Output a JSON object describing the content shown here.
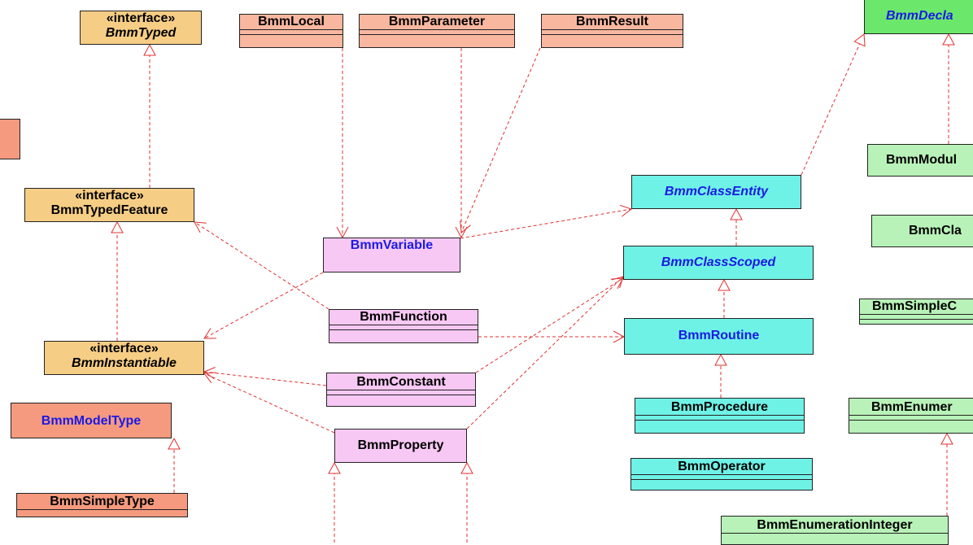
{
  "diagram": {
    "classes": [
      {
        "id": "bmm-typed",
        "stereotype": "«interface»",
        "name": "BmmTyped",
        "italic": true,
        "color": "#f6cd84"
      },
      {
        "id": "bmm-local",
        "name": "BmmLocal",
        "color": "#f9b7a0"
      },
      {
        "id": "bmm-parameter",
        "name": "BmmParameter",
        "color": "#f9b7a0"
      },
      {
        "id": "bmm-result",
        "name": "BmmResult",
        "color": "#f9b7a0"
      },
      {
        "id": "bmm-declaration",
        "name": "BmmDecla",
        "italic": true,
        "color": "#6be86b"
      },
      {
        "id": "bmm-typed-feature",
        "stereotype": "«interface»",
        "name": "BmmTypedFeature",
        "color": "#f6cd84"
      },
      {
        "id": "bmm-class-entity",
        "name": "BmmClassEntity",
        "italic": true,
        "color": "#6ff2e6"
      },
      {
        "id": "bmm-module",
        "name": "BmmModul",
        "color": "#b8f2b8"
      },
      {
        "id": "bmm-class",
        "name": "BmmCla",
        "color": "#b8f2b8"
      },
      {
        "id": "bmm-variable",
        "name": "BmmVariable",
        "color": "#f8c8f4"
      },
      {
        "id": "bmm-class-scoped",
        "name": "BmmClassScoped",
        "italic": true,
        "color": "#6ff2e6"
      },
      {
        "id": "bmm-simple-class",
        "name": "BmmSimpleC",
        "color": "#b8f2b8"
      },
      {
        "id": "bmm-function",
        "name": "BmmFunction",
        "color": "#f8c8f4"
      },
      {
        "id": "bmm-routine",
        "name": "BmmRoutine",
        "color": "#6ff2e6"
      },
      {
        "id": "bmm-instantiable",
        "stereotype": "«interface»",
        "name": "BmmInstantiable",
        "italic": true,
        "color": "#f6cd84"
      },
      {
        "id": "bmm-constant",
        "name": "BmmConstant",
        "color": "#f8c8f4"
      },
      {
        "id": "bmm-procedure",
        "name": "BmmProcedure",
        "color": "#6ff2e6"
      },
      {
        "id": "bmm-enumeration",
        "name": "BmmEnumer",
        "color": "#b8f2b8"
      },
      {
        "id": "bmm-model-type",
        "name": "BmmModelType",
        "color": "#f59a7e"
      },
      {
        "id": "bmm-property",
        "name": "BmmProperty",
        "color": "#f8c8f4"
      },
      {
        "id": "bmm-operator",
        "name": "BmmOperator",
        "color": "#6ff2e6"
      },
      {
        "id": "bmm-simple-type",
        "name": "BmmSimpleType",
        "color": "#f59a7e"
      },
      {
        "id": "bmm-enumeration-integer",
        "name": "BmmEnumerationInteger",
        "color": "#b8f2b8"
      }
    ],
    "relations": [
      {
        "from": "bmm-typed-feature",
        "to": "bmm-typed",
        "kind": "realization"
      },
      {
        "from": "bmm-instantiable",
        "to": "bmm-typed-feature",
        "kind": "realization"
      },
      {
        "from": "bmm-local",
        "to": "bmm-variable",
        "kind": "realization"
      },
      {
        "from": "bmm-parameter",
        "to": "bmm-variable",
        "kind": "realization"
      },
      {
        "from": "bmm-result",
        "to": "bmm-variable",
        "kind": "realization"
      },
      {
        "from": "bmm-variable",
        "to": "bmm-class-entity",
        "kind": "realization"
      },
      {
        "from": "bmm-variable",
        "to": "bmm-instantiable",
        "kind": "realization"
      },
      {
        "from": "bmm-function",
        "to": "bmm-typed-feature",
        "kind": "realization"
      },
      {
        "from": "bmm-function",
        "to": "bmm-routine",
        "kind": "realization"
      },
      {
        "from": "bmm-constant",
        "to": "bmm-instantiable",
        "kind": "realization"
      },
      {
        "from": "bmm-constant",
        "to": "bmm-class-scoped",
        "kind": "realization"
      },
      {
        "from": "bmm-property",
        "to": "bmm-instantiable",
        "kind": "realization"
      },
      {
        "from": "bmm-property",
        "to": "bmm-class-scoped",
        "kind": "realization"
      },
      {
        "from": "bmm-class-entity",
        "to": "bmm-declaration",
        "kind": "realization"
      },
      {
        "from": "bmm-class-scoped",
        "to": "bmm-class-entity",
        "kind": "generalization"
      },
      {
        "from": "bmm-routine",
        "to": "bmm-class-scoped",
        "kind": "generalization"
      },
      {
        "from": "bmm-procedure",
        "to": "bmm-routine",
        "kind": "generalization"
      },
      {
        "from": "bmm-module",
        "to": "bmm-declaration",
        "kind": "generalization"
      },
      {
        "from": "bmm-simple-type",
        "to": "bmm-model-type",
        "kind": "generalization"
      },
      {
        "from": "bmm-enumeration-integer",
        "to": "bmm-enumeration",
        "kind": "generalization"
      }
    ],
    "line_color": "#e03030"
  }
}
